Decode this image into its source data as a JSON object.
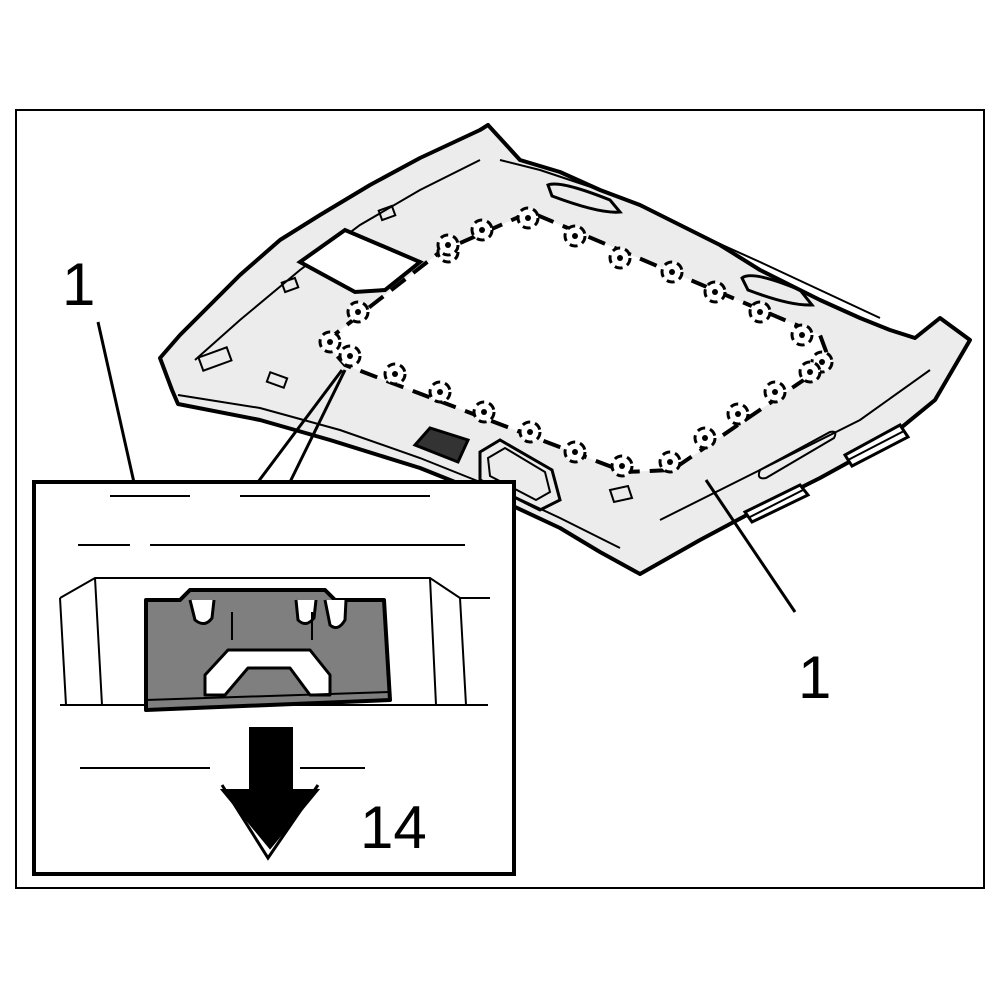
{
  "figure": {
    "colors": {
      "headliner": "#ececec",
      "clip": "#7f7f7f",
      "outline": "#000000",
      "background": "#ffffff"
    },
    "callouts": [
      {
        "id": "callout-1-top",
        "text": "1"
      },
      {
        "id": "callout-1-right",
        "text": "1"
      },
      {
        "id": "callout-14",
        "text": "14"
      }
    ],
    "icons": [
      "down-arrow-icon"
    ]
  }
}
